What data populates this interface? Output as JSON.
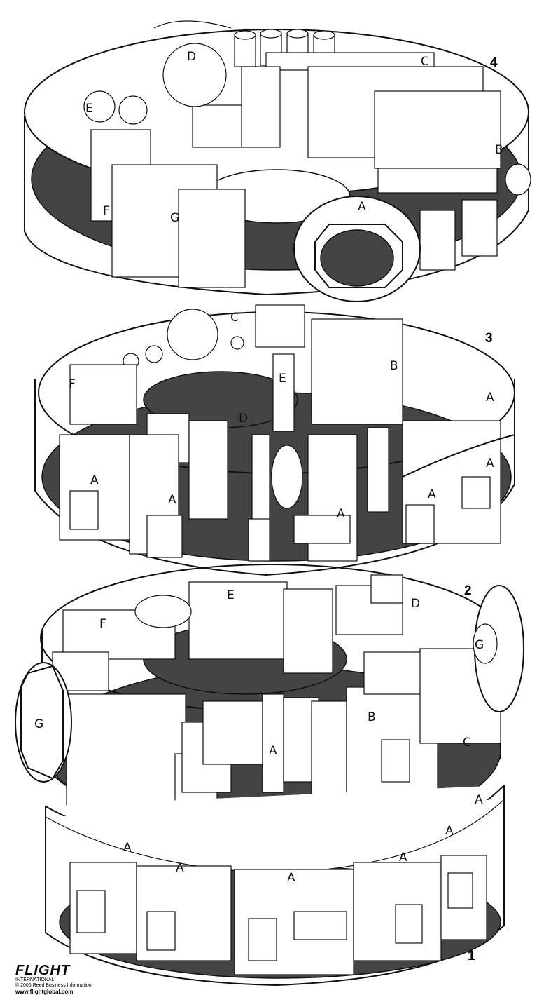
{
  "levels": [
    {
      "number": "4",
      "labels": [
        "A",
        "B",
        "C",
        "D",
        "E",
        "F",
        "G"
      ]
    },
    {
      "number": "3",
      "labels": [
        "A",
        "A",
        "A",
        "A",
        "A",
        "A",
        "A",
        "B",
        "C",
        "D",
        "E",
        "F"
      ]
    },
    {
      "number": "2",
      "labels": [
        "A",
        "B",
        "C",
        "D",
        "E",
        "F",
        "G",
        "G"
      ]
    },
    {
      "number": "1",
      "labels": [
        "A",
        "A",
        "A",
        "A",
        "A",
        "A",
        "A"
      ]
    }
  ],
  "logo": {
    "name": "FLIGHT",
    "sub": "INTERNATIONAL",
    "rights": "© 2006 Reed Business Information",
    "url": "www.flightglobal.com"
  }
}
